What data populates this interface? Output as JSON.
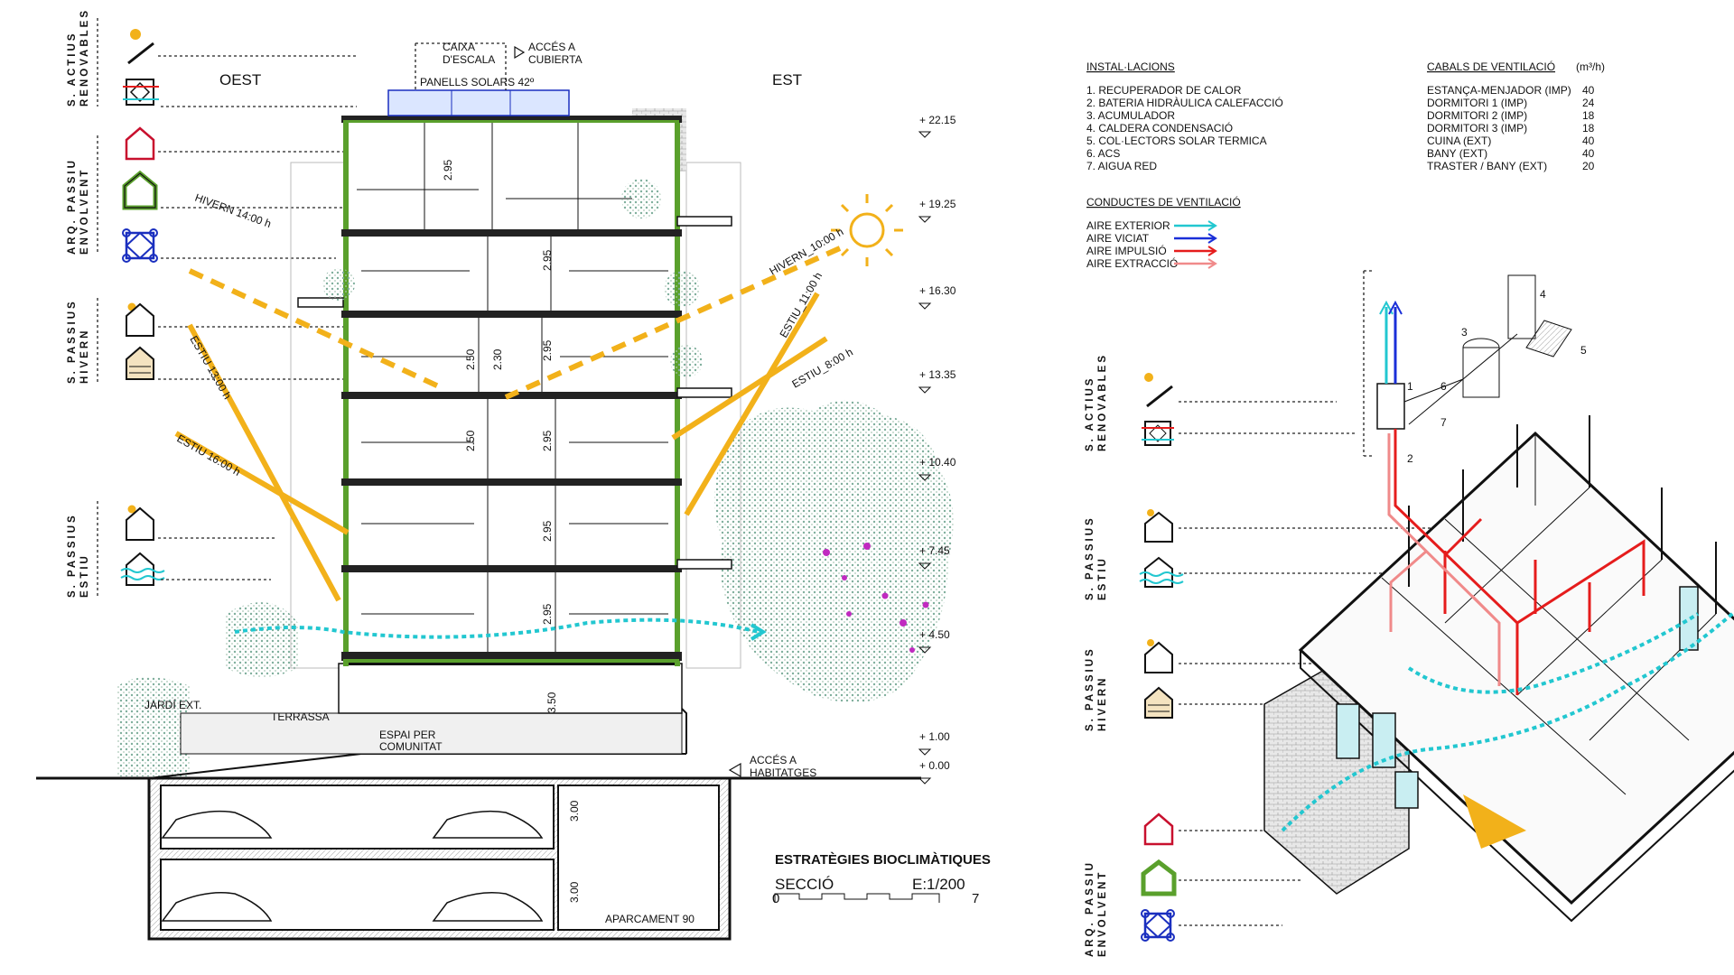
{
  "colors": {
    "sun": "#f2b11a",
    "envelope_red": "#c8102e",
    "envelope_green": "#5aa02c",
    "structure_blue": "#1a2fbf",
    "aire_exterior": "#22c7d0",
    "aire_viciat": "#1a2fd8",
    "aire_impulsio": "#e51c1c",
    "aire_extraccio": "#f08a8a",
    "vegetation": "#8fb5a8",
    "flowers": "#c02ac0"
  },
  "section": {
    "orientation_left": "OEST",
    "orientation_right": "EST",
    "labels": {
      "caixa": "CAIXA\nD'ESCALA",
      "caixa_l1": "CAIXA",
      "caixa_l2": "D'ESCALA",
      "acces_cub_l1": "ACCÉS A",
      "acces_cub_l2": "CUBIERTA",
      "panells": "PANELLS SOLARS 42º",
      "jardi": "JARDÍ EXT.",
      "terrassa": "TERRASSA",
      "espai_l1": "ESPAI PER",
      "espai_l2": "COMUNITAT",
      "acces_hab_l1": "ACCÉS A",
      "acces_hab_l2": "HABITATGES",
      "aparcament": "APARCAMENT 90"
    },
    "levels": [
      "+ 22.15",
      "+ 19.25",
      "+ 16.30",
      "+ 13.35",
      "+ 10.40",
      "+ 7.45",
      "+ 4.50",
      "+ 1.00",
      "+ 0.00"
    ],
    "dims": {
      "floor": "2.95",
      "mid1": "2.50",
      "mid2": "2.30",
      "ground": "3.50",
      "parking": "3.00"
    },
    "sun_rays": {
      "hivern_14": "HIVERN 14:00 h",
      "hivern_10": "HIVERN_10:00 h",
      "estiu_13": "ESTIU 13:00 h",
      "estiu_16": "ESTIU 16:00 h",
      "estiu_11": "ESTIU_11:00 h",
      "estiu_8": "ESTIU_8:00 h"
    },
    "title": "ESTRATÈGIES BIOCLIMÀTIQUES",
    "subtitle": "SECCIÓ",
    "scale": "E:1/200",
    "scale_start": "0",
    "scale_end": "7"
  },
  "strategies_left": [
    {
      "name": "S. ACTIUS RENOVABLES",
      "line1": "S. ACTIUS",
      "line2": "RENOVABLES"
    },
    {
      "name": "ARQ. PASSIU ENVOLVENT",
      "line1": "ARQ. PASSIU",
      "line2": "ENVOLVENT"
    },
    {
      "name": "S. PASSIUS HIVERN",
      "line1": "S. PASSIUS",
      "line2": "HIVERN"
    },
    {
      "name": "S. PASSIUS ESTIU",
      "line1": "S. PASSIUS",
      "line2": "ESTIU"
    }
  ],
  "strategies_right": [
    {
      "line1": "S. ACTIUS",
      "line2": "RENOVABLES"
    },
    {
      "line1": "S. PASSIUS",
      "line2": "ESTIU"
    },
    {
      "line1": "S. PASSIUS",
      "line2": "HIVERN"
    },
    {
      "line1": "ARQ. PASSIU",
      "line2": "ENVOLVENT"
    }
  ],
  "installations": {
    "title": "INSTAL·LACIONS",
    "items": [
      "1. RECUPERADOR DE CALOR",
      "2. BATERIA HIDRÀULICA CALEFACCIÓ",
      "3. ACUMULADOR",
      "4. CALDERA CONDENSACIÓ",
      "5. COL·LECTORS SOLAR TERMICA",
      "6. ACS",
      "7. AIGUA RED"
    ]
  },
  "ventilation_flows": {
    "title": "CABALS DE VENTILACIÓ",
    "unit": "(m³/h)",
    "rows": [
      {
        "room": "ESTANÇA-MENJADOR (IMP)",
        "value": "40"
      },
      {
        "room": "DORMITORI 1 (IMP)",
        "value": "24"
      },
      {
        "room": "DORMITORI 2 (IMP)",
        "value": "18"
      },
      {
        "room": "DORMITORI 3 (IMP)",
        "value": "18"
      },
      {
        "room": "CUINA (EXT)",
        "value": "40"
      },
      {
        "room": "BANY (EXT)",
        "value": "40"
      },
      {
        "room": "TRASTER / BANY (EXT)",
        "value": "20"
      }
    ]
  },
  "ducts": {
    "title": "CONDUCTES DE VENTILACIÓ",
    "items": [
      {
        "label": "AIRE EXTERIOR",
        "color": "#22c7d0"
      },
      {
        "label": "AIRE VICIAT",
        "color": "#1a2fd8"
      },
      {
        "label": "AIRE IMPULSIÓ",
        "color": "#e51c1c"
      },
      {
        "label": "AIRE EXTRACCIÓ",
        "color": "#f08a8a"
      }
    ]
  },
  "equipment_numbers": [
    "1",
    "2",
    "3",
    "4",
    "5",
    "6",
    "7"
  ]
}
